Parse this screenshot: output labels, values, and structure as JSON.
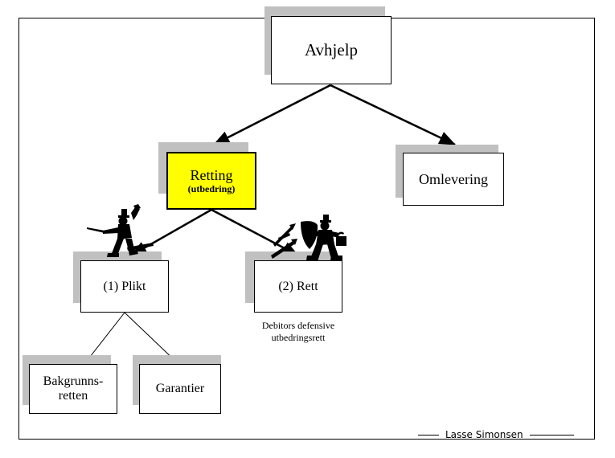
{
  "diagram": {
    "title": "Avhjelp",
    "author": "Lasse Simonsen",
    "colors": {
      "highlight": "#FFFF00",
      "shadow": "#C0C0C0",
      "line": "#000000",
      "background": "#FFFFFF"
    },
    "nodes": [
      {
        "id": "avhjelp",
        "label": "Avhjelp",
        "sublabel": "",
        "highlighted": false,
        "level": 0
      },
      {
        "id": "retting",
        "label": "Retting",
        "sublabel": "(utbedring)",
        "highlighted": true,
        "level": 1
      },
      {
        "id": "omlevering",
        "label": "Omlevering",
        "sublabel": "",
        "highlighted": false,
        "level": 1
      },
      {
        "id": "plikt",
        "label": "(1) Plikt",
        "sublabel": "",
        "highlighted": false,
        "level": 2
      },
      {
        "id": "rett",
        "label": "(2) Rett",
        "sublabel": "",
        "highlighted": false,
        "level": 2
      },
      {
        "id": "bakgrunnsretten",
        "label": "Bakgrunns-",
        "sublabel": "retten",
        "highlighted": false,
        "level": 3
      },
      {
        "id": "garantier",
        "label": "Garantier",
        "sublabel": "",
        "highlighted": false,
        "level": 3
      }
    ],
    "captions": [
      {
        "id": "rett-caption",
        "line1": "Debitors defensive",
        "line2": "utbedringsrett"
      }
    ],
    "figures": [
      {
        "id": "attacker-figure",
        "name": "attacking-swordsman-silhouette"
      },
      {
        "id": "defender-figure",
        "name": "shielded-defender-silhouette"
      }
    ],
    "edges": [
      {
        "from": "avhjelp",
        "to": "retting",
        "style": "arrow-thick"
      },
      {
        "from": "avhjelp",
        "to": "omlevering",
        "style": "arrow-thick"
      },
      {
        "from": "retting",
        "to": "plikt",
        "style": "arrow-thick"
      },
      {
        "from": "retting",
        "to": "rett",
        "style": "arrow-thick"
      },
      {
        "from": "plikt",
        "to": "bakgrunnsretten",
        "style": "line-thin"
      },
      {
        "from": "plikt",
        "to": "garantier",
        "style": "line-thin"
      }
    ]
  }
}
